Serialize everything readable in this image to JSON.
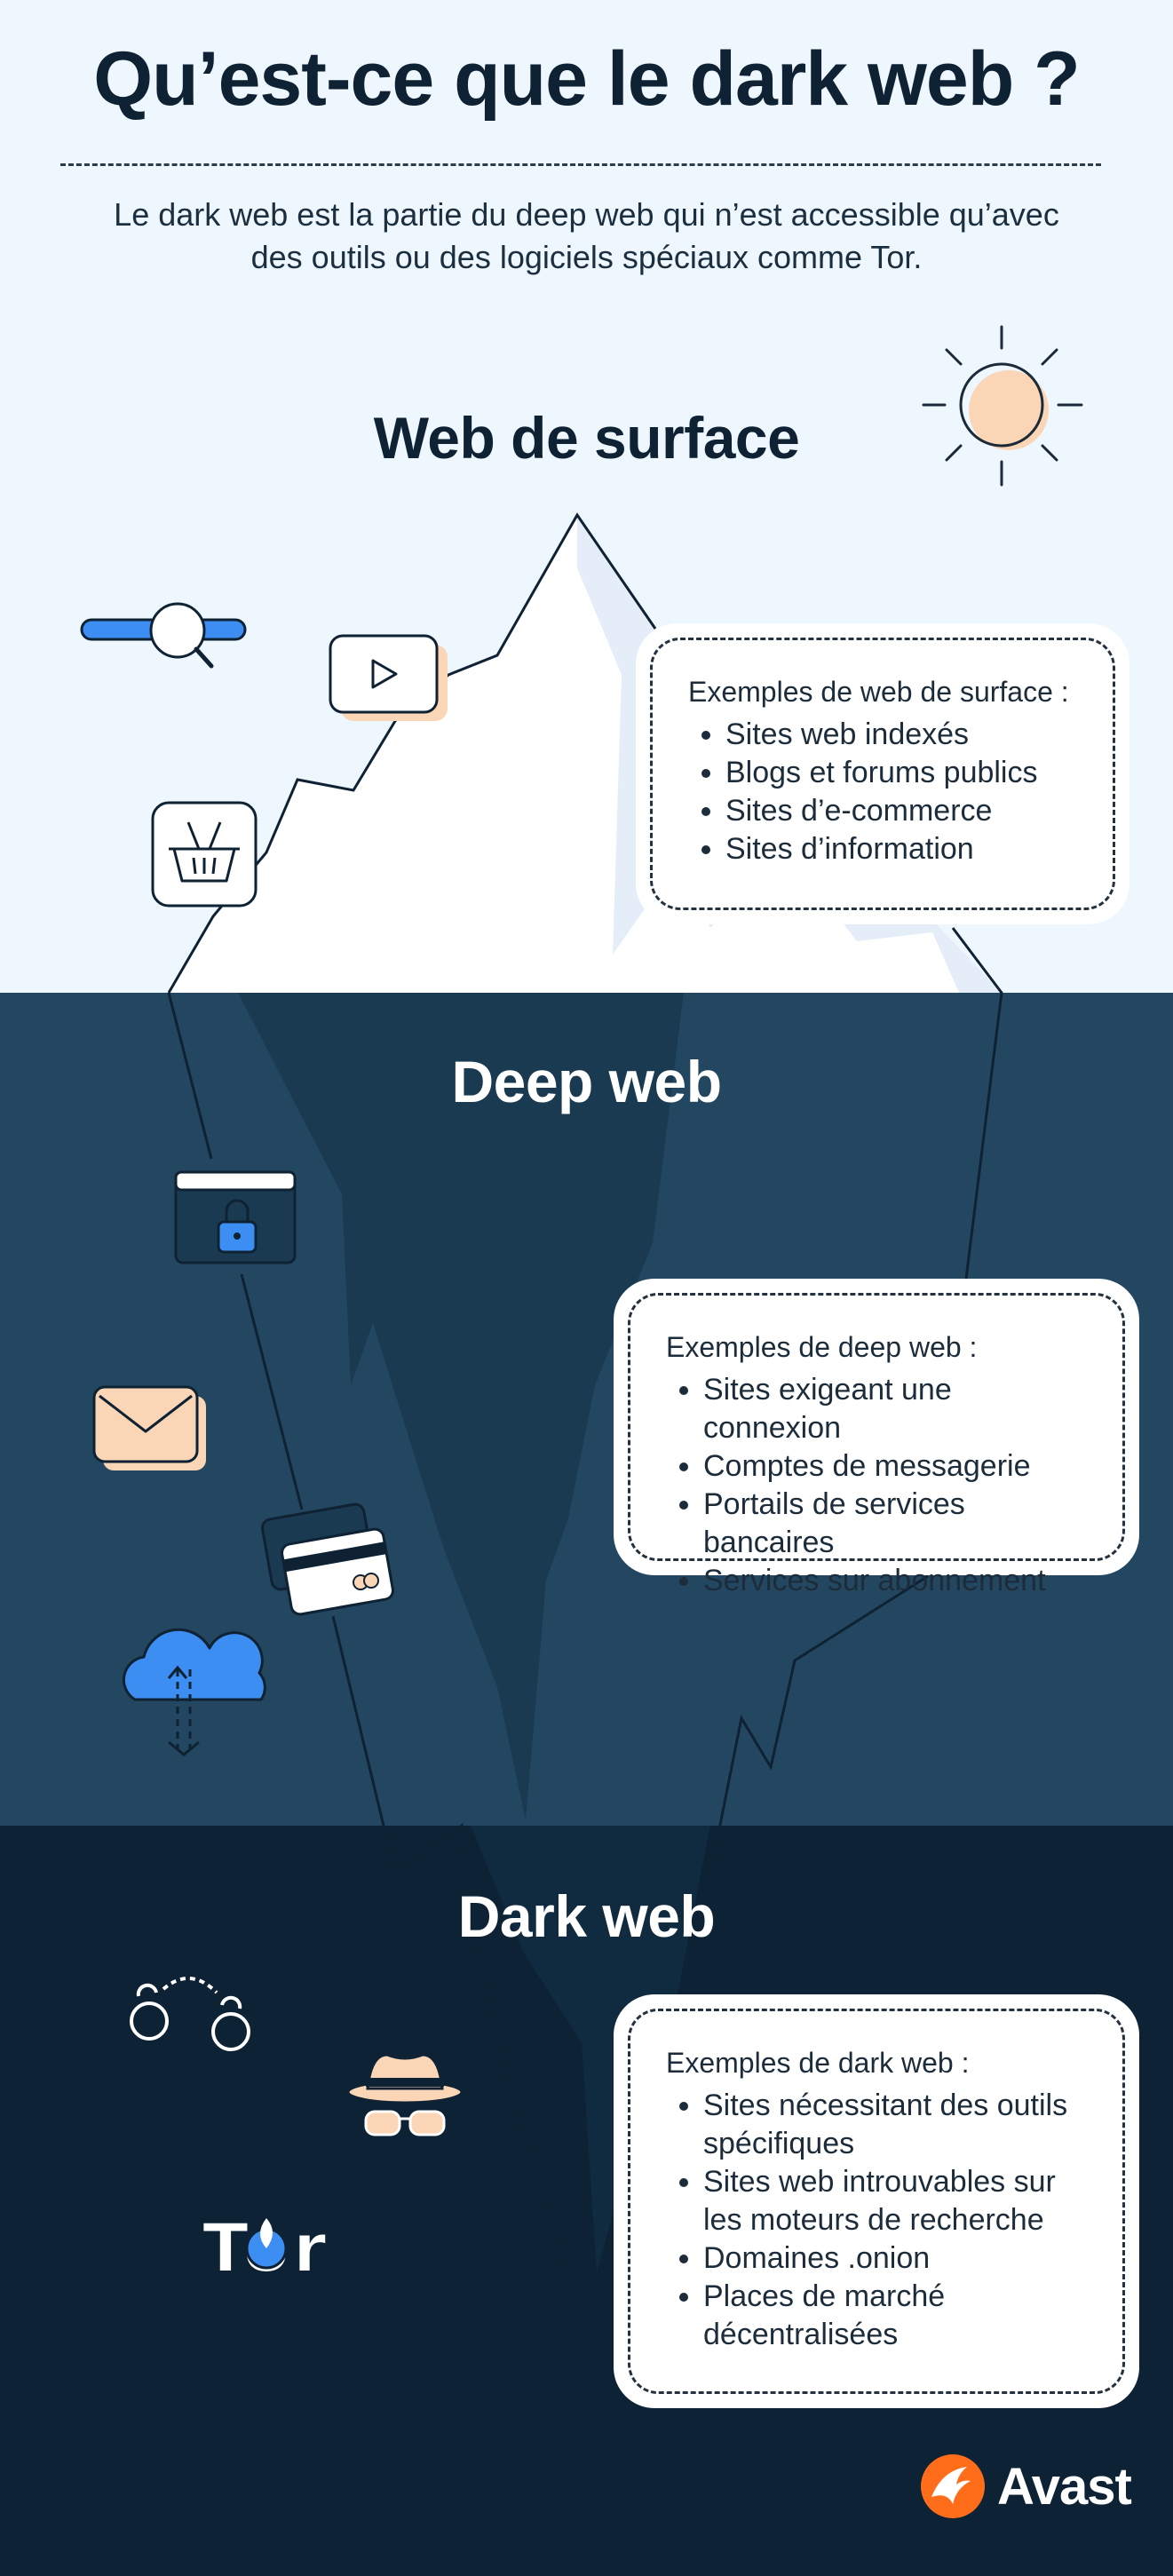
{
  "header": {
    "title": "Qu’est-ce que le dark web ?",
    "intro": "Le dark web est la partie du deep web qui n’est accessible qu’avec des outils ou des logiciels spéciaux comme Tor."
  },
  "sections": {
    "surface": {
      "title": "Web de surface",
      "card_heading": "Exemples de web de surface :",
      "items": [
        "Sites web indexés",
        "Blogs et forums publics",
        "Sites d’e-commerce",
        "Sites d’information"
      ]
    },
    "deep": {
      "title": "Deep web",
      "card_heading": "Exemples de deep web :",
      "items": [
        "Sites exigeant une connexion",
        "Comptes de messagerie",
        "Portails de services bancaires",
        "Services sur abonnement"
      ]
    },
    "dark": {
      "title": "Dark web",
      "card_heading": "Exemples de dark web :",
      "items": [
        "Sites nécessitant des outils spécifiques",
        "Sites web introuvables sur les moteurs de recherche",
        "Domaines .onion",
        "Places de marché décentralisées"
      ]
    }
  },
  "tor_logo": {
    "text": "Tor"
  },
  "brand": {
    "name": "Avast"
  },
  "colors": {
    "surface_bg": "#eef6fe",
    "deep_bg": "#234760",
    "dark_bg": "#0d2234",
    "accent_blue": "#3d8ef2",
    "accent_peach": "#fbd6b6",
    "brand_orange": "#ff6d1a"
  },
  "icons": [
    "sun-icon",
    "search-bar-icon",
    "video-play-icon",
    "shopping-basket-icon",
    "locked-browser-icon",
    "mail-icon",
    "credit-card-icon",
    "cloud-sync-icon",
    "handcuffs-icon",
    "spy-icon",
    "tor-onion-icon",
    "avast-logo-icon"
  ]
}
